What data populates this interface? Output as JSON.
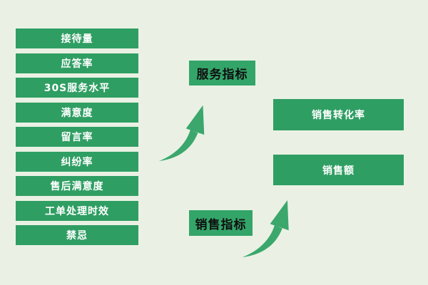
{
  "canvas": {
    "background": "#EAF1E4"
  },
  "colors": {
    "metric_box_green": "#2F9E63",
    "label_box_green": "#33A569",
    "arrow_green": "#3BA76C",
    "metric_text": "#FFFFFF",
    "label_text": "#101010"
  },
  "service_metrics": {
    "items": [
      "接待量",
      "应答率",
      "30S服务水平",
      "满意度",
      "留言率",
      "纠纷率",
      "售后满意度",
      "工单处理时效",
      "禁忌"
    ]
  },
  "service_group": {
    "label": "服务指标"
  },
  "sales_group": {
    "label": "销售指标"
  },
  "sales_metrics": {
    "conversion": "销售转化率",
    "revenue": "销售额"
  },
  "icons": {
    "service_arrow": "curved-up-right-arrow",
    "sales_arrow": "curved-up-right-arrow"
  }
}
